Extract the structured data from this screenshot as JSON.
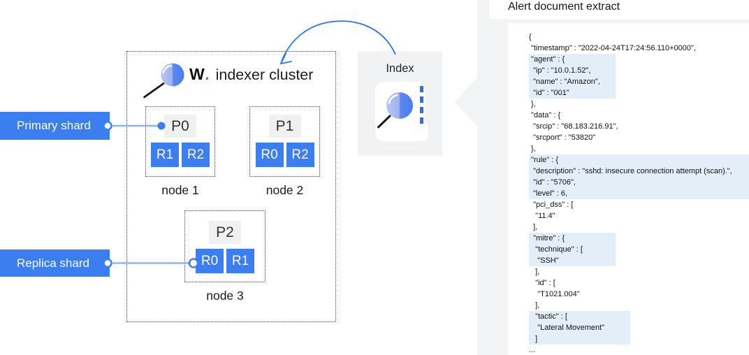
{
  "diagram": {
    "cluster_title": {
      "brand": "W",
      "brand_dot": ".",
      "label": "indexer cluster"
    },
    "labels": {
      "primary": "Primary shard",
      "replica": "Replica shard"
    },
    "nodes": [
      {
        "name": "node 1",
        "primary": "P0",
        "replicas": [
          "R1",
          "R2"
        ]
      },
      {
        "name": "node 2",
        "primary": "P1",
        "replicas": [
          "R0",
          "R2"
        ]
      },
      {
        "name": "node 3",
        "primary": "P2",
        "replicas": [
          "R0",
          "R1"
        ]
      }
    ],
    "index_label": "Index",
    "icons": [
      "magnifier-icon",
      "magnifier-icon",
      "dashed-index-lines",
      "curved-arrow",
      "panel-pointer-arrow"
    ]
  },
  "alert_panel": {
    "title": "Alert document extract",
    "code_lines": [
      {
        "text": "{",
        "highlight": null
      },
      {
        "text": " \"timestamp\" : \"2022-04-24T17:24:56.110+0000\",",
        "highlight": null
      },
      {
        "text": " \"agent\" : {",
        "highlight": "agent"
      },
      {
        "text": "  \"ip\" : \"10.0.1.52\",",
        "highlight": "agent"
      },
      {
        "text": "  \"name\" : \"Amazon\",",
        "highlight": "agent"
      },
      {
        "text": "  \"id\" : \"001\"",
        "highlight": "agent"
      },
      {
        "text": " },",
        "highlight": null
      },
      {
        "text": " \"data\" : {",
        "highlight": null
      },
      {
        "text": "  \"srcip\" : \"68.183.216.91\",",
        "highlight": null
      },
      {
        "text": "  \"srcport\" : \"53820\"",
        "highlight": null
      },
      {
        "text": " },",
        "highlight": null
      },
      {
        "text": " \"rule\" : {",
        "highlight": "rule"
      },
      {
        "text": "  \"description\" : \"sshd: insecure connection attempt (scan).\",",
        "highlight": "rule"
      },
      {
        "text": "  \"id\" : \"5706\",",
        "highlight": "rule"
      },
      {
        "text": "  \"level\" : 6,",
        "highlight": "rule"
      },
      {
        "text": "  \"pci_dss\" : [",
        "highlight": null
      },
      {
        "text": "   \"11.4\"",
        "highlight": null
      },
      {
        "text": "  ],",
        "highlight": null
      },
      {
        "text": "  \"mitre\" : {",
        "highlight": "mitre"
      },
      {
        "text": "   \"technique\" : [",
        "highlight": "mitre"
      },
      {
        "text": "    \"SSH\"",
        "highlight": "mitre"
      },
      {
        "text": "   ],",
        "highlight": null
      },
      {
        "text": "   \"id\" : [",
        "highlight": null
      },
      {
        "text": "    \"T1021.004\"",
        "highlight": null
      },
      {
        "text": "   ],",
        "highlight": null
      },
      {
        "text": "   \"tactic\" : [",
        "highlight": "tactic"
      },
      {
        "text": "    \"Lateral Movement\"",
        "highlight": "tactic"
      },
      {
        "text": "   ]",
        "highlight": "tactic"
      },
      {
        "text": "...",
        "highlight": null
      }
    ]
  },
  "colors": {
    "accent_blue": "#3b7ef2",
    "highlight_blue": "#e4eef9",
    "panel_gray": "#f2f3f4",
    "primary_shard_gray": "#f0f0f1"
  }
}
